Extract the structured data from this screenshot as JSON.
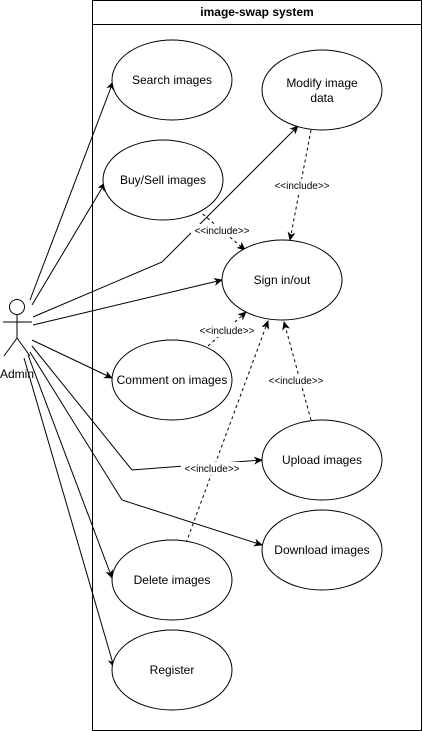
{
  "system": {
    "title": "image-swap system"
  },
  "actor": {
    "name": "Admin"
  },
  "use_cases": {
    "search": "Search images",
    "modify_line1": "Modify image",
    "modify_line2": "data",
    "buy_sell": "Buy/Sell images",
    "sign_in_out": "Sign in/out",
    "comment": "Comment on images",
    "upload": "Upload images",
    "download": "Download images",
    "delete": "Delete images",
    "register": "Register"
  },
  "relations": {
    "include_modify": "<<include>>",
    "include_buy": "<<include>>",
    "include_comment": "<<include>>",
    "include_upload_sign": "<<include>>",
    "include_actor_upload": "<<include>>"
  }
}
